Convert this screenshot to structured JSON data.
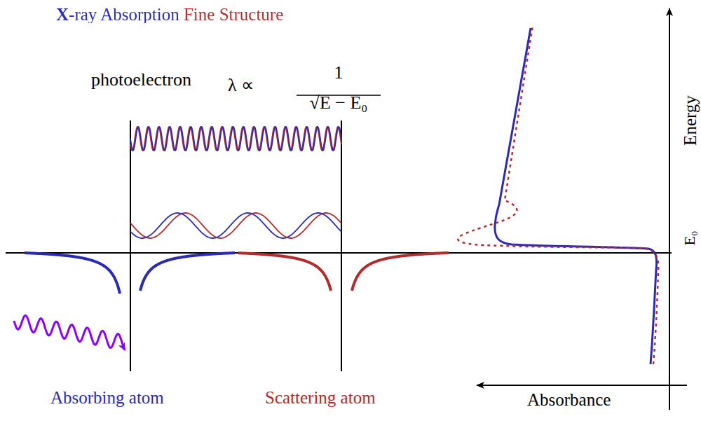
{
  "diagram": {
    "title": "X-ray Absorption Fine Structure",
    "labels": [
      "photoelectron",
      "λ ∝",
      "1",
      "√E − E₀",
      "Absorbing atom",
      "Scattering atom",
      "Absorbance",
      "Energy",
      "E₀"
    ]
  }
}
